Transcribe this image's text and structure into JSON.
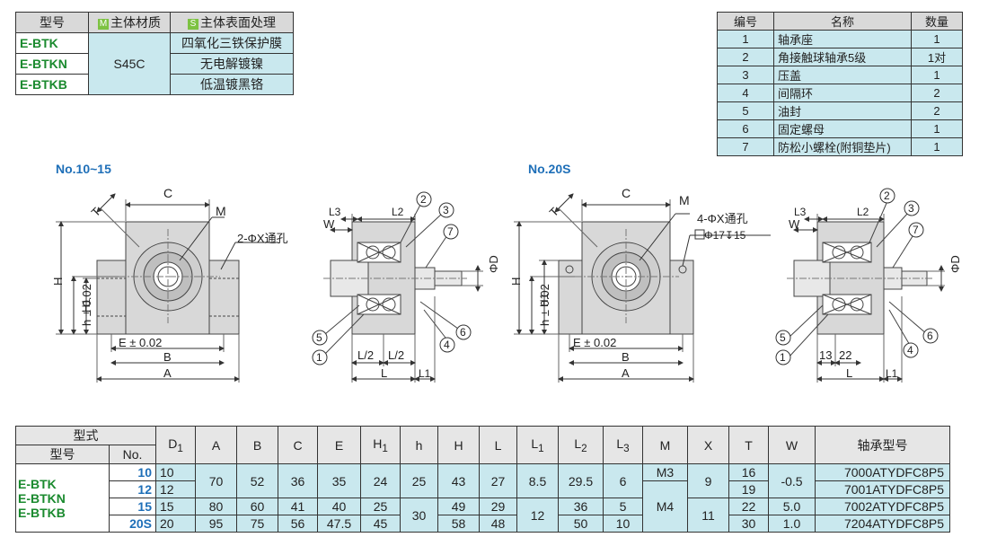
{
  "material_table": {
    "headers": {
      "model": "型号",
      "material_tag": "M",
      "material": "主体材质",
      "surface_tag": "S",
      "surface": "主体表面处理"
    },
    "rows": [
      {
        "model": "E-BTK",
        "material": "S45C",
        "surface": "四氧化三铁保护膜"
      },
      {
        "model": "E-BTKN",
        "surface": "无电解镀镍"
      },
      {
        "model": "E-BTKB",
        "surface": "低温镀黑铬"
      }
    ]
  },
  "parts_table": {
    "headers": {
      "no": "编号",
      "name": "名称",
      "qty": "数量"
    },
    "rows": [
      {
        "no": "1",
        "name": "轴承座",
        "qty": "1"
      },
      {
        "no": "2",
        "name": "角接触球轴承5级",
        "qty": "1对"
      },
      {
        "no": "3",
        "name": "压盖",
        "qty": "1"
      },
      {
        "no": "4",
        "name": "间隔环",
        "qty": "2"
      },
      {
        "no": "5",
        "name": "油封",
        "qty": "2"
      },
      {
        "no": "6",
        "name": "固定螺母",
        "qty": "1"
      },
      {
        "no": "7",
        "name": "防松小螺栓(附铜垫片)",
        "qty": "1"
      }
    ]
  },
  "drawings": {
    "left_label": "No.10~15",
    "right_label": "No.20S",
    "left_hole": "2-ΦX通孔",
    "right_hole": "4-ΦX通孔",
    "right_cbore": "Φ17↧15",
    "dims": {
      "C": "C",
      "M": "M",
      "T": "T",
      "H": "H",
      "h": "h ± 0.02",
      "H1": "H1",
      "E": "E ± 0.02",
      "B": "B",
      "A": "A",
      "L": "L",
      "L1": "L1",
      "L2": "L2",
      "L3": "L3",
      "W": "W",
      "D": "ΦD",
      "half": "L/2",
      "d13": "13",
      "d22": "22"
    },
    "balloons": [
      "1",
      "2",
      "3",
      "4",
      "5",
      "6",
      "7"
    ]
  },
  "spec_table": {
    "header": {
      "type": "型式",
      "model": "型号",
      "no": "No.",
      "bearing": "轴承型号"
    },
    "columns": [
      "D1",
      "A",
      "B",
      "C",
      "E",
      "H1",
      "h",
      "H",
      "L",
      "L1",
      "L2",
      "L3",
      "M",
      "X",
      "T",
      "W"
    ],
    "models": [
      "E-BTK",
      "E-BTKN",
      "E-BTKB"
    ],
    "rows": [
      {
        "no": "10",
        "D1": "10",
        "A": "70",
        "B": "52",
        "C": "36",
        "E": "35",
        "H1": "24",
        "h": "25",
        "H": "43",
        "L": "27",
        "L1": "8.5",
        "L2": "29.5",
        "L3": "6",
        "M": "M3",
        "X": "9",
        "T": "16",
        "W": "-0.5",
        "bearing": "7000ATYDFC8P5"
      },
      {
        "no": "12",
        "D1": "12",
        "T": "19",
        "bearing": "7001ATYDFC8P5"
      },
      {
        "no": "15",
        "D1": "15",
        "A": "80",
        "B": "60",
        "C": "41",
        "E": "40",
        "H1": "25",
        "h": "30",
        "H": "49",
        "L": "29",
        "L1": "12",
        "L2": "36",
        "L3": "5",
        "M": "M4",
        "X": "11",
        "T": "22",
        "W": "5.0",
        "bearing": "7002ATYDFC8P5"
      },
      {
        "no": "20S",
        "D1": "20",
        "A": "95",
        "B": "75",
        "C": "56",
        "E": "47.5",
        "H1": "45",
        "H": "58",
        "L": "48",
        "L2": "50",
        "L3": "10",
        "T": "30",
        "W": "1.0",
        "bearing": "7204ATYDFC8P5"
      }
    ]
  },
  "colors": {
    "accent_blue": "#1e6fb8",
    "code_green": "#1a8a2e",
    "cell_fill": "#c9e8ee",
    "header_fill": "#d9d9d9",
    "tag_green": "#7dc242"
  }
}
